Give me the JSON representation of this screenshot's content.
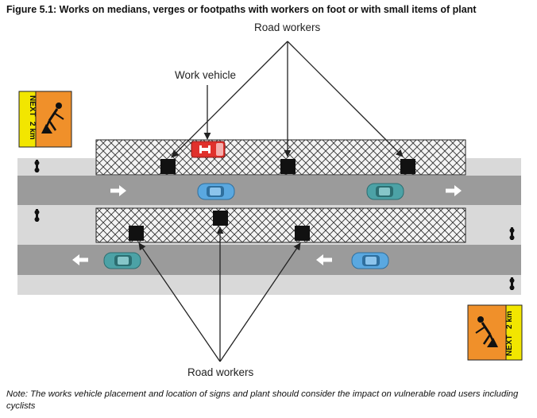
{
  "figure": {
    "title": "Figure 5.1:  Works on medians, verges or footpaths with workers on foot or with small items of plant"
  },
  "labels": {
    "road_workers_top": "Road workers",
    "work_vehicle": "Work vehicle",
    "road_workers_bottom": "Road workers"
  },
  "signs": {
    "next_text": "NEXT",
    "distance_text": "2 km"
  },
  "note": "Note: The works vehicle placement and location of signs and plant should consider the impact on vulnerable road users including cyclists",
  "colors": {
    "road": "#9b9b9b",
    "verge": "#d9d9d9",
    "sign_orange": "#f0902a",
    "sign_yellow": "#f2e600",
    "car_blue": "#5aa8e0",
    "car_teal": "#4ca2a6",
    "vehicle_red": "#e0312c"
  }
}
